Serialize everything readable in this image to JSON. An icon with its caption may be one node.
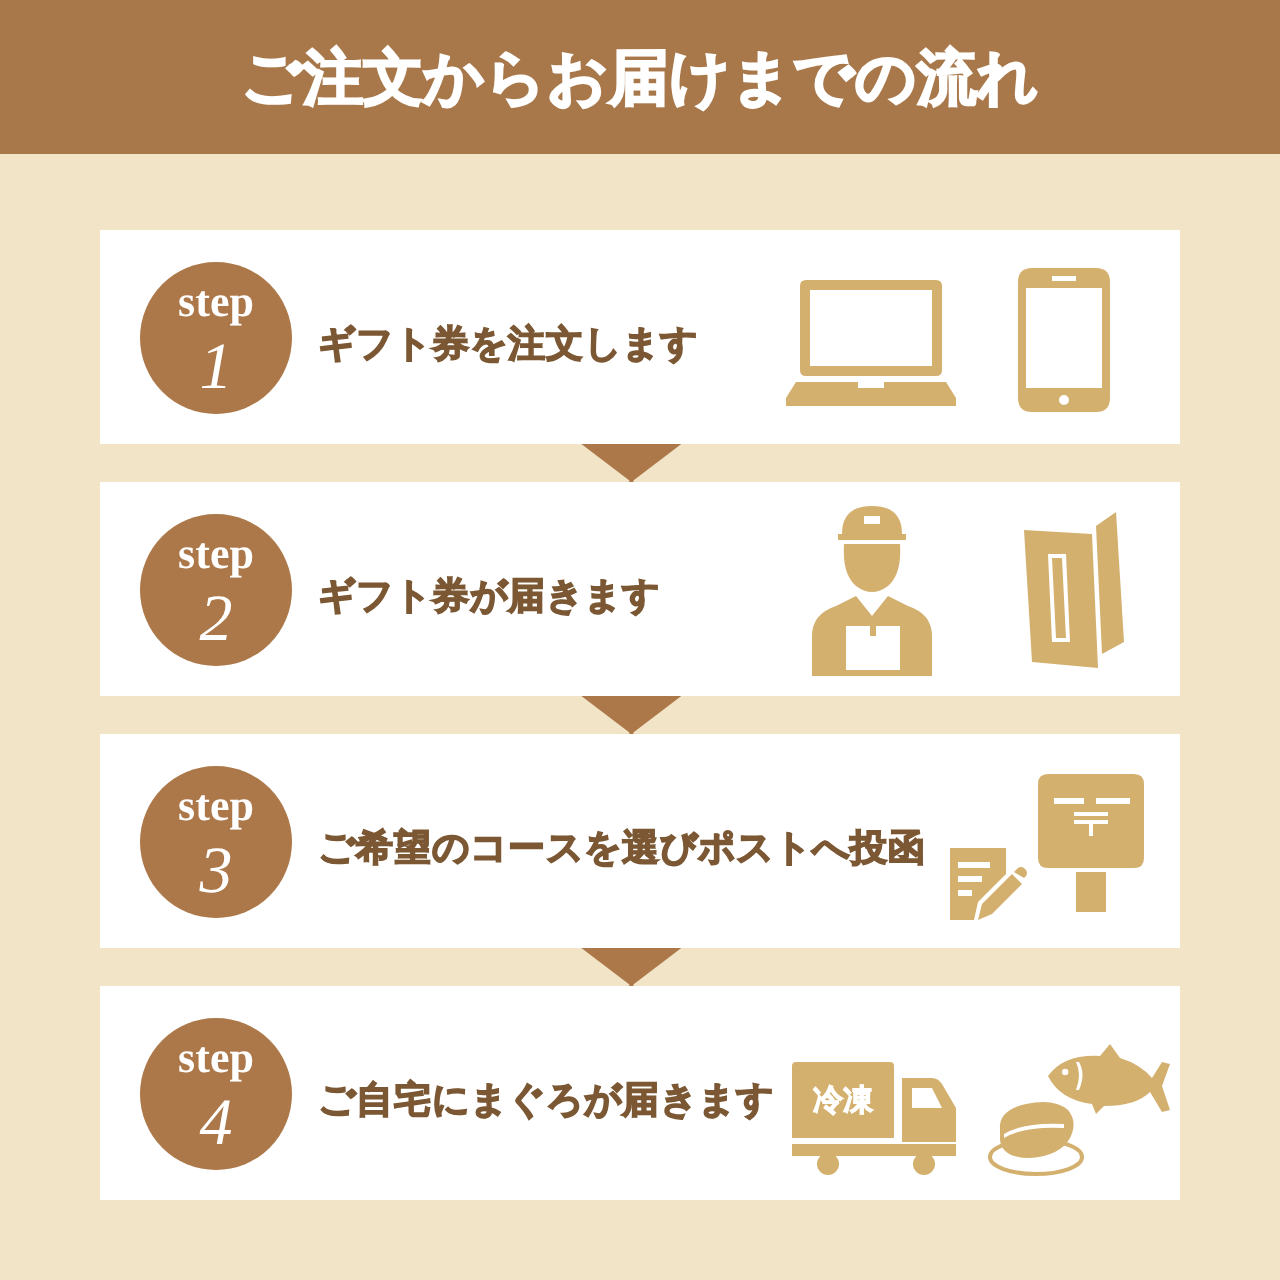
{
  "diagram": {
    "title": "ご注文からお届けまでの流れ",
    "nodes": [
      {
        "text": [
          "ギフト券を注文します"
        ]
      },
      {
        "text": [
          "step",
          "1"
        ],
        "in": 0
      },
      {
        "text": [
          "ギフト券が届きます"
        ]
      },
      {
        "text": [
          "step",
          "2"
        ],
        "in": 2
      },
      {
        "text": [
          "ご希望のコースを選びポストへ投函"
        ]
      },
      {
        "text": [
          "step",
          "3"
        ],
        "in": 4
      },
      {
        "text": [
          "ご自宅にまぐろが届きます"
        ]
      },
      {
        "text": [
          "step",
          "4"
        ],
        "in": 6
      }
    ],
    "edges": [
      {
        "from": 0,
        "to": 2,
        "arrow": "to"
      },
      {
        "from": 2,
        "to": 4,
        "arrow": "to"
      },
      {
        "from": 4,
        "to": 6,
        "arrow": "to"
      }
    ],
    "labels": [
      "冷凍"
    ]
  }
}
